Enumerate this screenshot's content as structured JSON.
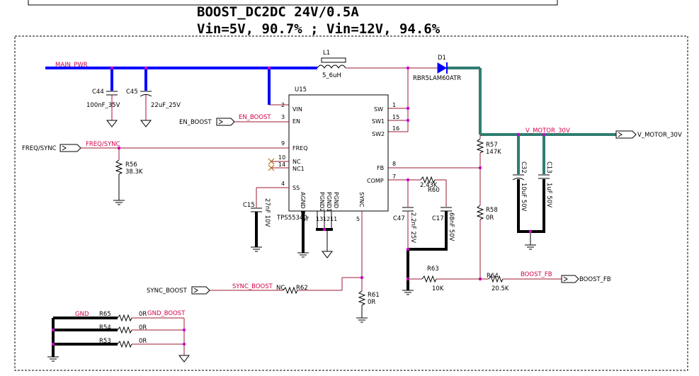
{
  "header": {
    "line1": "BOOST_DC2DC 24V/0.5A",
    "line2": "Vin=5V, 90.7% ; Vin=12V, 94.6%"
  },
  "nets": {
    "main_pwr": "MAIN_PWR",
    "en_boost": "EN_BOOST",
    "freq_sync": "FREQ/SYNC",
    "v_motor": "V_MOTOR_30V",
    "sync_boost": "SYNC_BOOST",
    "boost_fb": "BOOST_FB",
    "gnd": "GND",
    "gnd_boost": "GND_BOOST"
  },
  "ports": {
    "en_boost": "EN_BOOST",
    "freq_sync": "FREQ/SYNC",
    "v_motor": "V_MOTOR_30V",
    "sync_boost": "SYNC_BOOST",
    "boost_fb": "BOOST_FB"
  },
  "ic": {
    "ref": "U15",
    "part": "TPS55340",
    "pins_left": [
      {
        "num": "2",
        "name": "VIN"
      },
      {
        "num": "3",
        "name": "EN"
      },
      {
        "num": "9",
        "name": "FREQ"
      },
      {
        "num": "10",
        "name": "NC"
      },
      {
        "num": "14",
        "name": "NC1"
      },
      {
        "num": "4",
        "name": "SS"
      }
    ],
    "pins_right": [
      {
        "num": "1",
        "name": "SW"
      },
      {
        "num": "15",
        "name": "SW1"
      },
      {
        "num": "16",
        "name": "SW2"
      },
      {
        "num": "8",
        "name": "FB"
      },
      {
        "num": "7",
        "name": "COMP"
      }
    ],
    "pins_bottom": [
      {
        "num": "17",
        "name": "AGND EXP"
      },
      {
        "num": "13",
        "name": "PGND2"
      },
      {
        "num": "12",
        "name": "PGND1"
      },
      {
        "num": "11",
        "name": "PGND"
      },
      {
        "num": "5",
        "name": "SYNC"
      }
    ]
  },
  "components": {
    "L1": {
      "ref": "L1",
      "value": "5_6uH"
    },
    "D1": {
      "ref": "D1",
      "value": "RBR5LAM60ATR"
    },
    "C44": {
      "ref": "C44",
      "value": "100nF_35V"
    },
    "C45": {
      "ref": "C45",
      "value": "22uF_25V"
    },
    "R56": {
      "ref": "R56",
      "value": "38.3K"
    },
    "C15": {
      "ref": "C15",
      "value": "27nF 10V"
    },
    "C47": {
      "ref": "C47",
      "value": "2.2nF 25V"
    },
    "R60": {
      "ref": "R60",
      "value": "2.43K"
    },
    "C17": {
      "ref": "C17",
      "value": "68nF 50V"
    },
    "R57": {
      "ref": "R57",
      "value": "147K"
    },
    "R58": {
      "ref": "R58",
      "value": "0R"
    },
    "C32": {
      "ref": "C32",
      "value": "10uF 50V"
    },
    "C13": {
      "ref": "C13",
      "value": "1uF 50V"
    },
    "R63": {
      "ref": "R63",
      "value": "10K"
    },
    "R64": {
      "ref": "R64",
      "value": "20.5K"
    },
    "R62": {
      "ref": "R62",
      "value": "NC"
    },
    "R61": {
      "ref": "R61",
      "value": "0R"
    },
    "R65": {
      "ref": "R65",
      "value": "0R"
    },
    "R54": {
      "ref": "R54",
      "value": "0R"
    },
    "R53": {
      "ref": "R53",
      "value": "0R"
    }
  }
}
